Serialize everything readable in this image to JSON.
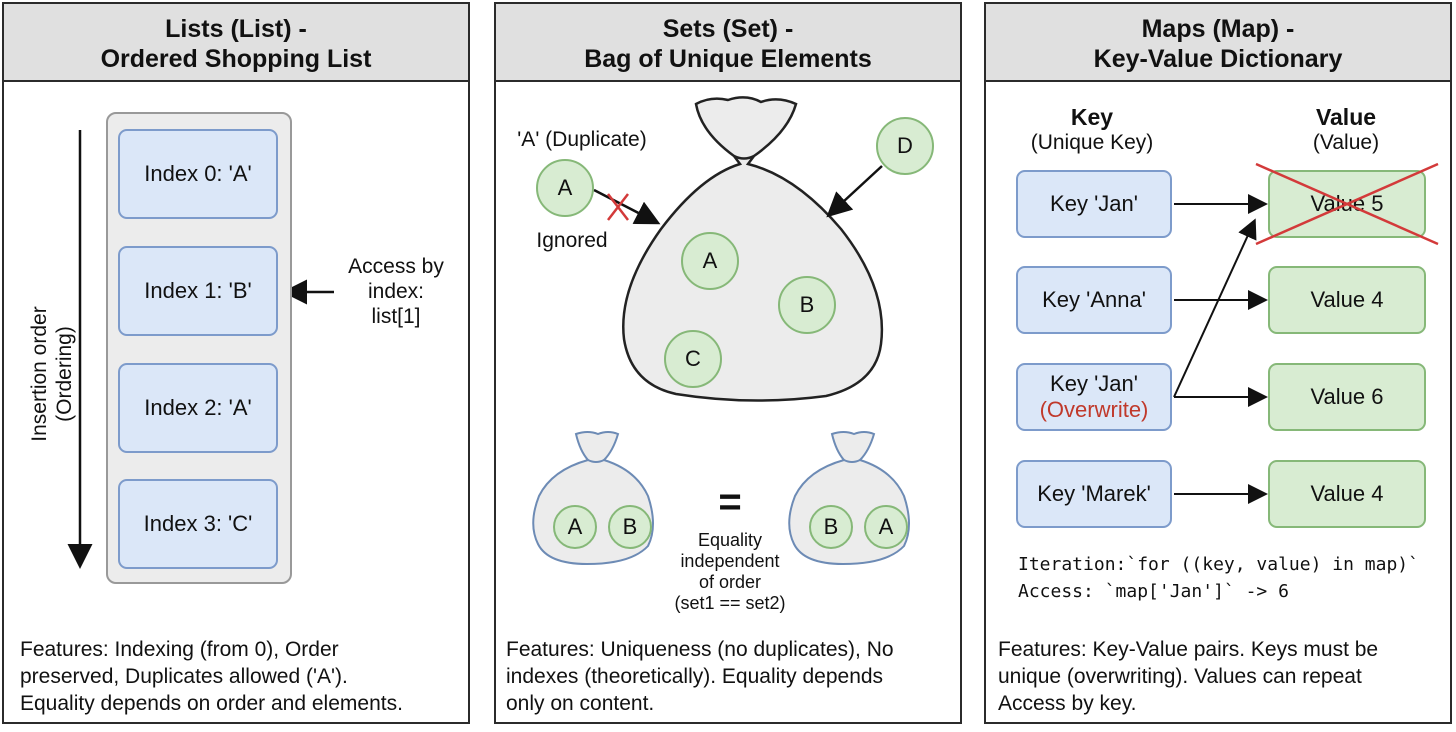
{
  "lists": {
    "title1": "Lists (List) -",
    "title2": "Ordered Shopping List",
    "order_label1": "Insertion order",
    "order_label2": "(Ordering)",
    "items": [
      "Index 0: 'A'",
      "Index 1: 'B'",
      "Index 2: 'A'",
      "Index 3: 'C'"
    ],
    "access1": "Access by",
    "access2": "index:",
    "access3": "list[1]",
    "features": [
      "Features: Indexing (from 0), Order",
      "preserved, Duplicates allowed ('A').",
      "Equality depends on order and elements."
    ]
  },
  "sets": {
    "title1": "Sets (Set) -",
    "title2": "Bag of Unique Elements",
    "duplicate_label": "'A' (Duplicate)",
    "duplicate_elem": "A",
    "ignored_label": "Ignored",
    "new_elem": "D",
    "bag_elems": [
      "A",
      "B",
      "C"
    ],
    "bag1_elems": [
      "A",
      "B"
    ],
    "bag2_elems": [
      "B",
      "A"
    ],
    "equals_sign": "=",
    "equality_label": [
      "Equality",
      "independent",
      "of order",
      "(set1 == set2)"
    ],
    "features": [
      "Features: Uniqueness (no duplicates), No",
      "indexes (theoretically). Equality depends",
      "only on content."
    ]
  },
  "maps": {
    "title1": "Maps (Map) -",
    "title2": "Key-Value Dictionary",
    "key_header": "Key",
    "key_sub": "(Unique Key)",
    "value_header": "Value",
    "value_sub": "(Value)",
    "keys": [
      "Key 'Jan'",
      "Key 'Anna'",
      "Key 'Jan'",
      "Key 'Marek'"
    ],
    "overwrite_label": "(Overwrite)",
    "values": [
      "Value 5",
      "Value 4",
      "Value 6",
      "Value 4"
    ],
    "iteration": "Iteration:`for ((key, value) in map)`",
    "access": "Access: `map['Jan']` -> 6",
    "features": [
      "Features: Key-Value pairs. Keys must be",
      "unique (overwriting). Values can repeat",
      "Access by key."
    ]
  },
  "colors": {
    "blue_fill": "#dbe7f8",
    "green_fill": "#d8ecd2",
    "overwrite_red": "#c0392b",
    "header_gray": "#e0e0e0"
  }
}
